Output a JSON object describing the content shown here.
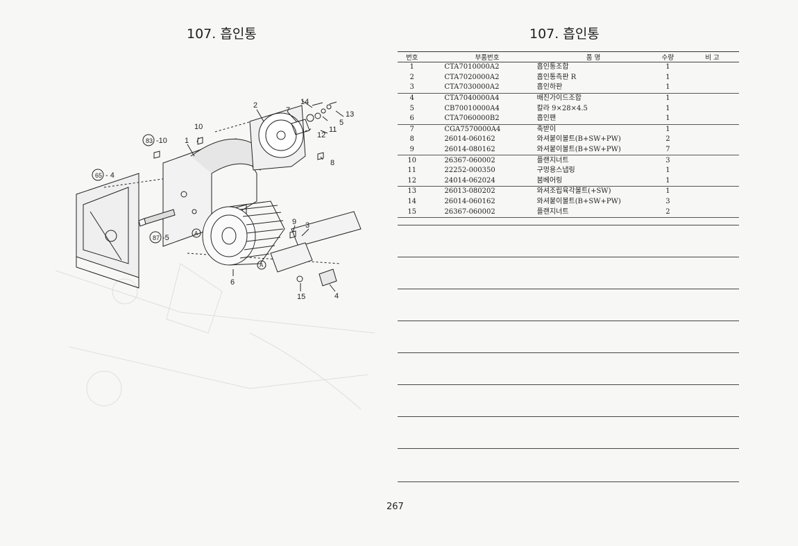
{
  "left_page": {
    "title": "107. 흡인통",
    "callouts": [
      "1",
      "2",
      "3",
      "4",
      "5",
      "6",
      "7",
      "8",
      "9",
      "10",
      "11",
      "12",
      "13",
      "14",
      "15",
      "83",
      "-10",
      "65",
      "- 4",
      "87",
      "-5",
      "A",
      "A"
    ]
  },
  "right_page": {
    "title": "107. 흡인통",
    "table": {
      "headers": {
        "no": "번호",
        "part_no": "부품번호",
        "name": "품          명",
        "qty": "수량",
        "remarks": "비   고"
      },
      "rows": [
        {
          "no": "1",
          "part_no": "CTA7010000A2",
          "name": "흡인통조합",
          "qty": "1"
        },
        {
          "no": "2",
          "part_no": "CTA7020000A2",
          "name": "흡인통측판 R",
          "qty": "1"
        },
        {
          "no": "3",
          "part_no": "CTA7030000A2",
          "name": "흡인하판",
          "qty": "1"
        },
        {
          "no": "4",
          "part_no": "CTA7040000A4",
          "name": "배진가이드조합",
          "qty": "1"
        },
        {
          "no": "5",
          "part_no": "CB70010000A4",
          "name": "칼라 9×28×4.5",
          "qty": "1"
        },
        {
          "no": "6",
          "part_no": "CTA7060000B2",
          "name": "흡인팬",
          "qty": "1"
        },
        {
          "no": "7",
          "part_no": "CGA7570000A4",
          "name": "축받이",
          "qty": "1"
        },
        {
          "no": "8",
          "part_no": "26014-060162",
          "name": "와셔붙이볼트(B+SW+PW)",
          "qty": "2"
        },
        {
          "no": "9",
          "part_no": "26014-080162",
          "name": "와셔붙이볼트(B+SW+PW)",
          "qty": "7"
        },
        {
          "no": "10",
          "part_no": "26367-060002",
          "name": "플랜지너트",
          "qty": "3"
        },
        {
          "no": "11",
          "part_no": "22252-000350",
          "name": "구멍용스냅링",
          "qty": "1"
        },
        {
          "no": "12",
          "part_no": "24014-062024",
          "name": "붐베어링",
          "qty": "1"
        },
        {
          "no": "13",
          "part_no": "26013-080202",
          "name": "와셔조립육각볼트(+SW)",
          "qty": "1"
        },
        {
          "no": "14",
          "part_no": "26014-060162",
          "name": "와셔붙이볼트(B+SW+PW)",
          "qty": "3"
        },
        {
          "no": "15",
          "part_no": "26367-060002",
          "name": "플랜지너트",
          "qty": "2"
        }
      ]
    },
    "page_number": "267"
  }
}
